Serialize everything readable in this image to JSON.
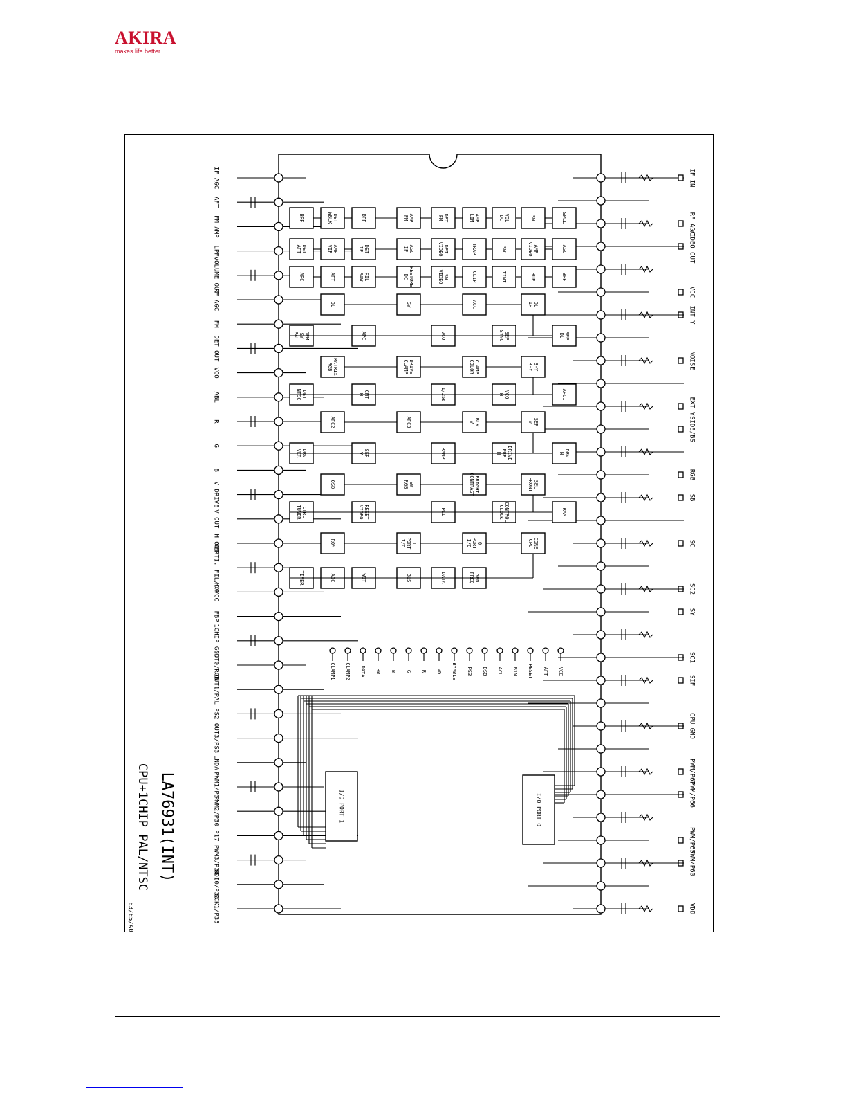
{
  "header": {
    "brand": "AKIRA",
    "tagline": "makes life better"
  },
  "diagram": {
    "title": "LA76931(INT)",
    "subtitle": "CPU+1CHIP PAL/NTSC",
    "code": "E3/E5/A0",
    "left_labels": [
      "IF AGC",
      "AFT",
      "FM AMP",
      "LPF",
      "VOLUME OUT",
      "RF AGC",
      "FM",
      "DET OUT",
      "VCO",
      "ABL",
      "R",
      "G",
      "B",
      "V DRIVE",
      "V OUT",
      "H OUT",
      "VERTI. FIL/DV",
      "H.VCC",
      "FBP",
      "1CHIP GND",
      "OUT0/RGB",
      "OUT1/PAL",
      "PS2",
      "OUT3/PS3",
      "LNDA",
      "PWM1/P34",
      "PWM2/P30",
      "P17",
      "PWM3/P36",
      "SDI0/P33",
      "SCK1/P35"
    ],
    "right_labels": [
      "IF IN",
      "RF AGC",
      "VIDEO OUT",
      "VCC",
      "INT Y",
      "NOISE",
      "EXT Y",
      "SIDE/BS",
      "RGB",
      "SB",
      "SC",
      "SC2",
      "SY",
      "SC1",
      "SIF",
      "CPU GND",
      "PWM/P67",
      "PWM/P66",
      "PWM/P65",
      "PWM/P60",
      "VDD"
    ],
    "bus_labels": [
      "CLAMP1",
      "CLAMP2",
      "DATA",
      "HB",
      "B",
      "G",
      "R",
      "VD",
      "BYABLE",
      "PS3",
      "DSB",
      "ACL",
      "B1N",
      "RESET",
      "AFT",
      "VCC"
    ],
    "blocks": [
      "BPF",
      "WBLK DET",
      "BPF",
      "FM AMP",
      "FM DET",
      "LIM AMP",
      "DC VOL",
      "SW",
      "SPLL",
      "AFT DET",
      "VIF AMP",
      "IF DET",
      "IF AGC",
      "VIDEO DET",
      "TRAP",
      "SW",
      "VIDEO AMP",
      "AGC",
      "APC",
      "AFT",
      "SAW FIL",
      "DC RESTORE",
      "VIDEO SW",
      "CLIP",
      "TINT",
      "HUE",
      "BPF",
      "DL",
      "SW",
      "ACC",
      "1H DL",
      "PAL SW DEM",
      "APC",
      "VCO",
      "SYNC SEP",
      "DL SEP",
      "RGB MATRIX",
      "CLAMP DRIVE",
      "COLOR CLAMP",
      "R-Y B-Y",
      "NTSC DET",
      "H CNT",
      "1/256",
      "H VCO",
      "AFC1",
      "AFC2",
      "AFC3",
      "V BLK",
      "V SEP",
      "VER DRV",
      "V SEP",
      "RAMP",
      "H PRE DRIVE",
      "H DRV",
      "OSD",
      "RGB SW",
      "CONTRAST BRIGHT",
      "FRONT SEL",
      "TUNER CTRL",
      "VIDEO RESET",
      "PLL",
      "CLOCK CONTROL",
      "RAM",
      "ROM",
      "I/O PORT 1",
      "I/O PORT 0",
      "CPU CORE",
      "TIMER",
      "ADC",
      "WDT",
      "BUS",
      "DATA",
      "FREQ GEN"
    ]
  }
}
